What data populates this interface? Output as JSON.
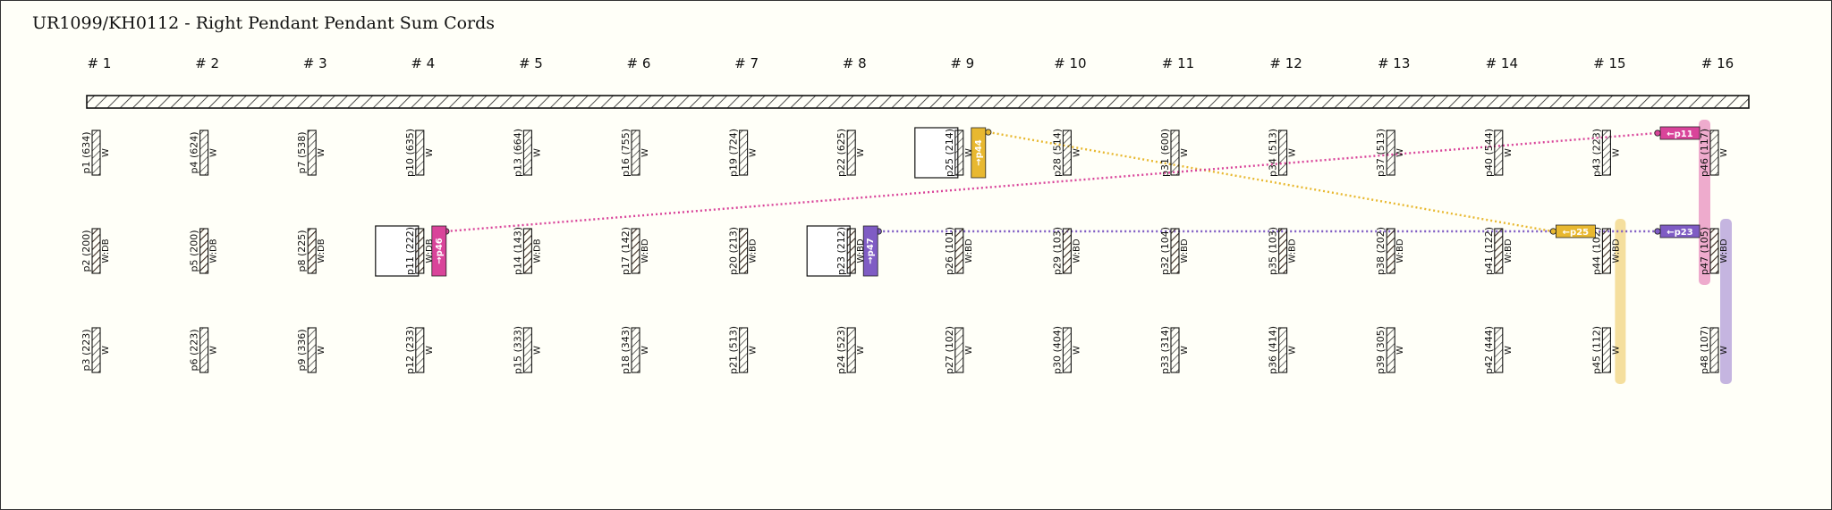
{
  "title": "UR1099/KH0112 - Right Pendant Pendant Sum Cords",
  "groups": [
    "# 1",
    "# 2",
    "# 3",
    "# 4",
    "# 5",
    "# 6",
    "# 7",
    "# 8",
    "# 9",
    "# 10",
    "# 11",
    "# 12",
    "# 13",
    "# 14",
    "# 15",
    "# 16"
  ],
  "rows": [
    [
      {
        "label": "p1 (634)",
        "color": "W"
      },
      {
        "label": "p4 (624)",
        "color": "W"
      },
      {
        "label": "p7 (538)",
        "color": "W"
      },
      {
        "label": "p10 (635)",
        "color": "W"
      },
      {
        "label": "p13 (664)",
        "color": "W"
      },
      {
        "label": "p16 (755)",
        "color": "W"
      },
      {
        "label": "p19 (724)",
        "color": "W"
      },
      {
        "label": "p22 (625)",
        "color": "W"
      },
      {
        "label": "p25 (214)",
        "color": "W",
        "boxed": true,
        "tag": "→p44",
        "tag_color": "#e8b830"
      },
      {
        "label": "p28 (514)",
        "color": "W"
      },
      {
        "label": "p31 (600)",
        "color": "W"
      },
      {
        "label": "p34 (513)",
        "color": "W"
      },
      {
        "label": "p37 (513)",
        "color": "W"
      },
      {
        "label": "p40 (544)",
        "color": "W"
      },
      {
        "label": "p43 (223)",
        "color": "W"
      },
      {
        "label": "p46 (117)",
        "color": "W"
      }
    ],
    [
      {
        "label": "p2 (200)",
        "color": "W:DB"
      },
      {
        "label": "p5 (200)",
        "color": "W:DB"
      },
      {
        "label": "p8 (225)",
        "color": "W:DB"
      },
      {
        "label": "p11 (222)",
        "color": "W:DB",
        "boxed": true,
        "tag": "→p46",
        "tag_color": "#d9449a"
      },
      {
        "label": "p14 (143)",
        "color": "W:DB"
      },
      {
        "label": "p17 (142)",
        "color": "W:BD"
      },
      {
        "label": "p20 (213)",
        "color": "W:BD"
      },
      {
        "label": "p23 (212)",
        "color": "W:BD",
        "boxed": true,
        "tag": "→p47",
        "tag_color": "#7f5cc4"
      },
      {
        "label": "p26 (101)",
        "color": "W:BD"
      },
      {
        "label": "p29 (103)",
        "color": "W:BD"
      },
      {
        "label": "p32 (104)",
        "color": "W:BD"
      },
      {
        "label": "p35 (103)",
        "color": "W:BD"
      },
      {
        "label": "p38 (202)",
        "color": "W:BD"
      },
      {
        "label": "p41 (122)",
        "color": "W:BD"
      },
      {
        "label": "p44 (102)",
        "color": "W:BD"
      },
      {
        "label": "p47 (105)",
        "color": "W:BD"
      }
    ],
    [
      {
        "label": "p3 (223)",
        "color": "W"
      },
      {
        "label": "p6 (223)",
        "color": "W"
      },
      {
        "label": "p9 (336)",
        "color": "W"
      },
      {
        "label": "p12 (233)",
        "color": "W"
      },
      {
        "label": "p15 (333)",
        "color": "W"
      },
      {
        "label": "p18 (343)",
        "color": "W"
      },
      {
        "label": "p21 (513)",
        "color": "W"
      },
      {
        "label": "p24 (523)",
        "color": "W"
      },
      {
        "label": "p27 (102)",
        "color": "W"
      },
      {
        "label": "p30 (404)",
        "color": "W"
      },
      {
        "label": "p33 (314)",
        "color": "W"
      },
      {
        "label": "p36 (414)",
        "color": "W"
      },
      {
        "label": "p39 (305)",
        "color": "W"
      },
      {
        "label": "p42 (444)",
        "color": "W"
      },
      {
        "label": "p45 (112)",
        "color": "W"
      },
      {
        "label": "p48 (107)",
        "color": "W"
      }
    ]
  ],
  "sum_tags": [
    {
      "text": "←p25",
      "color": "#e8b830"
    },
    {
      "text": "←p11",
      "color": "#d9449a"
    },
    {
      "text": "←p23",
      "color": "#7f5cc4"
    }
  ],
  "colors": {
    "gold": "#e8b830",
    "magenta": "#d9449a",
    "purple": "#7f5cc4"
  }
}
